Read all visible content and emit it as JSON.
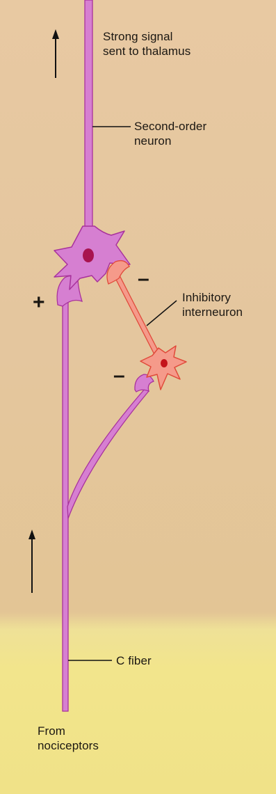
{
  "labels": {
    "strong_signal": [
      "Strong signal",
      "sent to thalamus"
    ],
    "second_order": [
      "Second-order",
      "neuron"
    ],
    "inhibitory": [
      "Inhibitory",
      "interneuron"
    ],
    "c_fiber": "C fiber",
    "from_nociceptors": [
      "From",
      "nociceptors"
    ]
  },
  "signs": {
    "excitatory": "+",
    "inhibitory_top": "–",
    "inhibitory_bottom": "–"
  },
  "colors": {
    "neuron_fill": "#d67fd1",
    "neuron_stroke": "#a8329c",
    "neuron_nucleus": "#a8144f",
    "interneuron_fill": "#f59a8a",
    "interneuron_stroke": "#e04a3a",
    "interneuron_nucleus": "#c4141a",
    "background": "#e6c8a0",
    "highlight_band": "#f2e58c"
  }
}
